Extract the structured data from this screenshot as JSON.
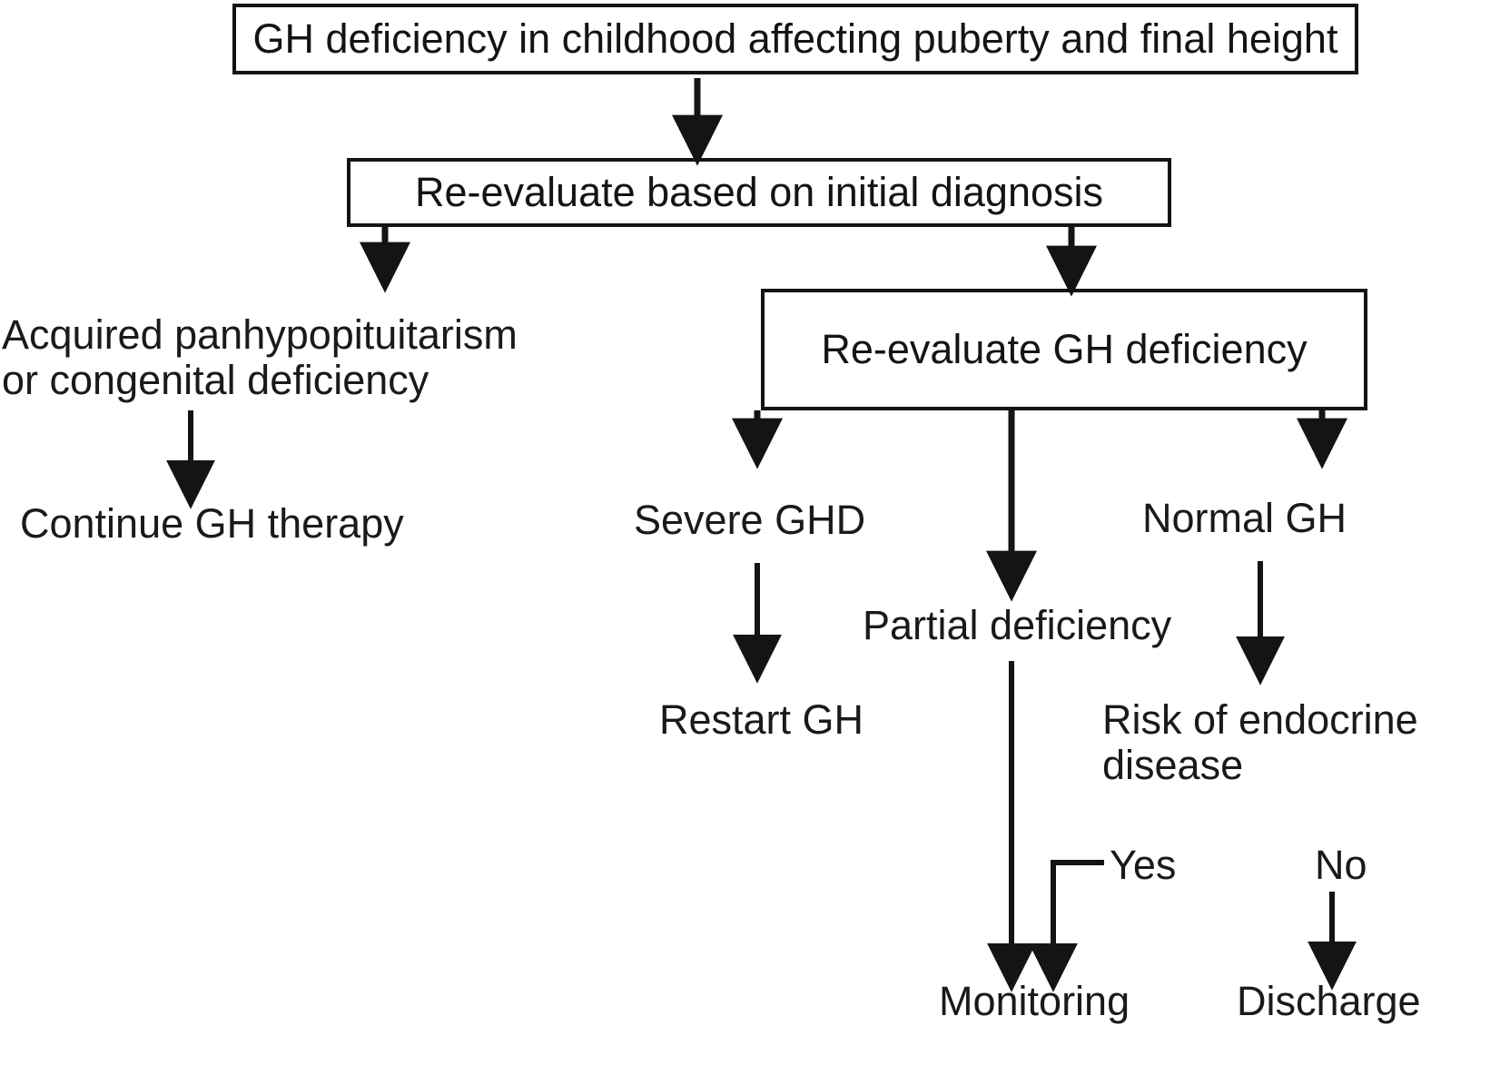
{
  "diagram": {
    "title_text": "GH deficiency in childhood affecting puberty and final height",
    "boxes": [
      {
        "id": "root",
        "label": "GH deficiency in childhood affecting puberty and final height"
      },
      {
        "id": "reeval_initial",
        "label": "Re-evaluate based on initial diagnosis"
      },
      {
        "id": "reeval_ghd",
        "label": "Re-evaluate GH deficiency"
      }
    ],
    "labels": {
      "acquired": "Acquired panhypopituitarism\nor congenital deficiency",
      "continue_gh": "Continue GH therapy",
      "severe_ghd": "Severe GHD",
      "restart_gh": "Restart GH",
      "partial_deficiency": "Partial deficiency",
      "normal_gh": "Normal GH",
      "risk_endocrine": "Risk of endocrine\ndisease",
      "yes": "Yes",
      "no": "No",
      "monitoring": "Monitoring",
      "discharge": "Discharge"
    },
    "edges": [
      {
        "from": "root",
        "to": "reeval_initial",
        "label": ""
      },
      {
        "from": "reeval_initial",
        "to": "acquired",
        "label": ""
      },
      {
        "from": "reeval_initial",
        "to": "reeval_ghd",
        "label": ""
      },
      {
        "from": "acquired",
        "to": "continue_gh",
        "label": ""
      },
      {
        "from": "reeval_ghd",
        "to": "severe_ghd",
        "label": ""
      },
      {
        "from": "reeval_ghd",
        "to": "partial_deficiency",
        "label": ""
      },
      {
        "from": "reeval_ghd",
        "to": "normal_gh",
        "label": ""
      },
      {
        "from": "severe_ghd",
        "to": "restart_gh",
        "label": ""
      },
      {
        "from": "partial_deficiency",
        "to": "monitoring",
        "label": ""
      },
      {
        "from": "normal_gh",
        "to": "risk_endocrine",
        "label": ""
      },
      {
        "from": "risk_endocrine",
        "to": "monitoring",
        "label": "Yes"
      },
      {
        "from": "risk_endocrine",
        "to": "discharge",
        "label": "No"
      }
    ],
    "colors": {
      "ink": "#141414",
      "background": "#ffffff"
    }
  }
}
